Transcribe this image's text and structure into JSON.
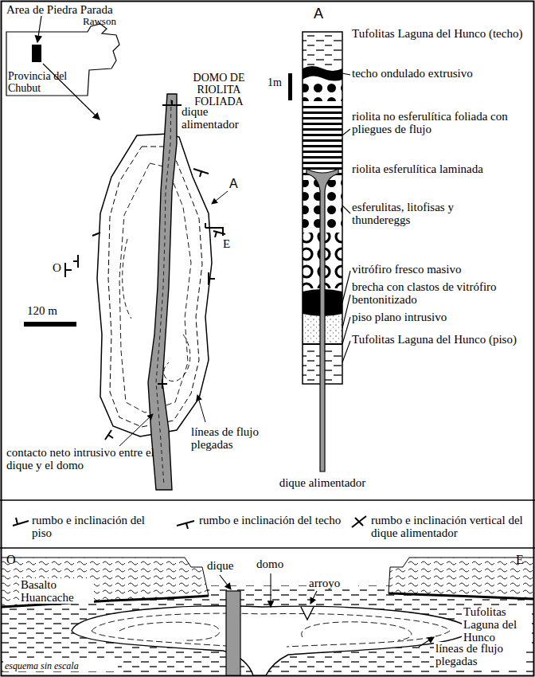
{
  "diagram": {
    "labels": [
      "Area de Piedra Parada",
      "Rawson",
      "Provincia del Chubut",
      "DOMO DE RIOLITA FOLIADA",
      "dique alimentador",
      "A",
      "E",
      "O",
      "120 m",
      "contacto neto intrusivo entre el dique y el domo",
      "líneas de flujo plegadas",
      "A",
      "1m",
      "Tufolitas Laguna del Hunco (techo)",
      "techo ondulado extrusivo",
      "riolita no esferulítica foliada con pliegues de flujo",
      "riolita esferulítica laminada",
      "esferulitas, litofisas y thundereggs",
      "vitrófiro fresco masivo",
      "brecha con clastos de vitrófiro bentonitizado",
      "piso plano intrusivo",
      "Tufolitas Laguna del Hunco (piso)",
      "dique alimentador",
      "O",
      "E",
      "dique",
      "domo",
      "arroyo",
      "Basalto Huancache",
      "Tufolitas Laguna del Hunco",
      "líneas de flujo plegadas",
      "esquema sin escala"
    ],
    "legend": [
      {
        "text": "rumbo e inclinación del piso"
      },
      {
        "text": "rumbo e inclinación del techo"
      },
      {
        "text": "rumbo e inclinación vertical del dique alimentador"
      }
    ]
  }
}
